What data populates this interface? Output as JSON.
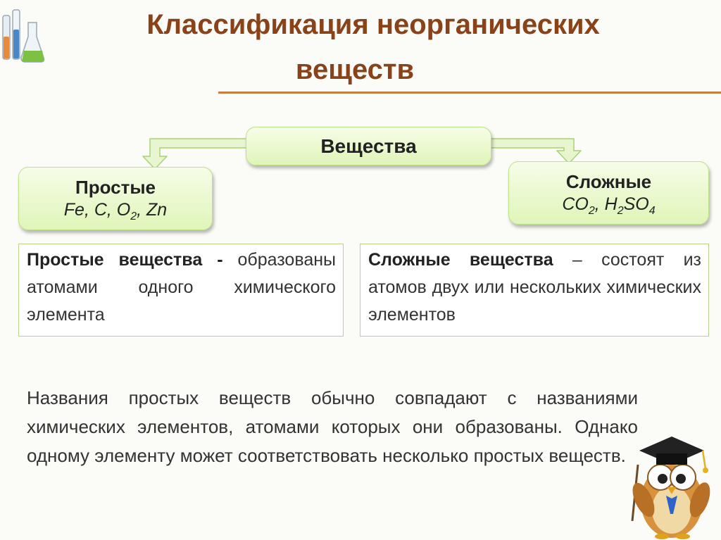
{
  "title": {
    "line1": "Классификация неорганических",
    "line2": "веществ"
  },
  "diagram": {
    "root": {
      "label": "Вещества"
    },
    "simple": {
      "label": "Простые",
      "formula_parts": [
        "Fe, C, O",
        "2",
        ", Zn"
      ]
    },
    "complex": {
      "label": "Сложные",
      "formula_parts": [
        "CO",
        "2",
        ", H",
        "2",
        "SO",
        "4"
      ]
    }
  },
  "definitions": {
    "simple": {
      "term": "Простые вещества",
      "separator": " - ",
      "text": "образованы атомами одного химического элемента"
    },
    "complex": {
      "term": "Сложные вещества",
      "separator": " – ",
      "text": "состоят из атомов двух или нескольких химических элементов"
    }
  },
  "note": "Названия простых веществ обычно совпадают с названиями химических элементов, атомами которых они образованы. Однако одному элементу может соответствовать несколько простых веществ.",
  "colors": {
    "title": "#8a4319",
    "rule": "#c87d45",
    "pill_fill": "#dff5b8",
    "pill_border": "#bde08a",
    "definition_border": "#b9d38d",
    "connector": "#cfe9a6"
  },
  "icons": [
    "lab-flasks-icon",
    "owl-professor-icon"
  ]
}
